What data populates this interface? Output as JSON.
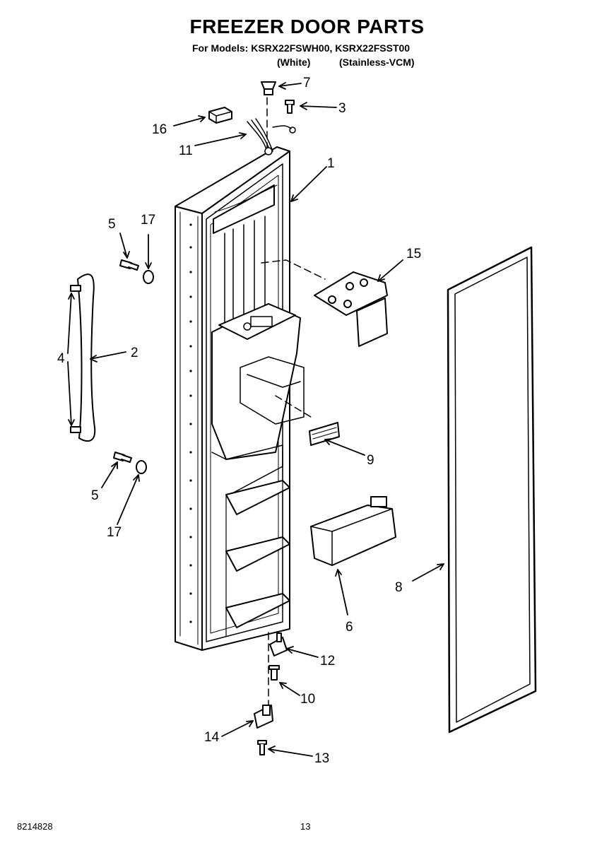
{
  "header": {
    "title": "FREEZER DOOR PARTS",
    "models_line": "For Models: KSRX22FSWH00, KSRX22FSST00",
    "variant_white": "(White)",
    "variant_stainless": "(Stainless-VCM)"
  },
  "callouts": {
    "c1": "1",
    "c2": "2",
    "c3": "3",
    "c4": "4",
    "c5a": "5",
    "c5b": "5",
    "c6": "6",
    "c7": "7",
    "c8": "8",
    "c9": "9",
    "c10": "10",
    "c11": "11",
    "c12": "12",
    "c13": "13",
    "c14": "14",
    "c15": "15",
    "c16": "16",
    "c17a": "17",
    "c17b": "17"
  },
  "footer": {
    "doc_number": "8214828",
    "page_number": "13"
  }
}
